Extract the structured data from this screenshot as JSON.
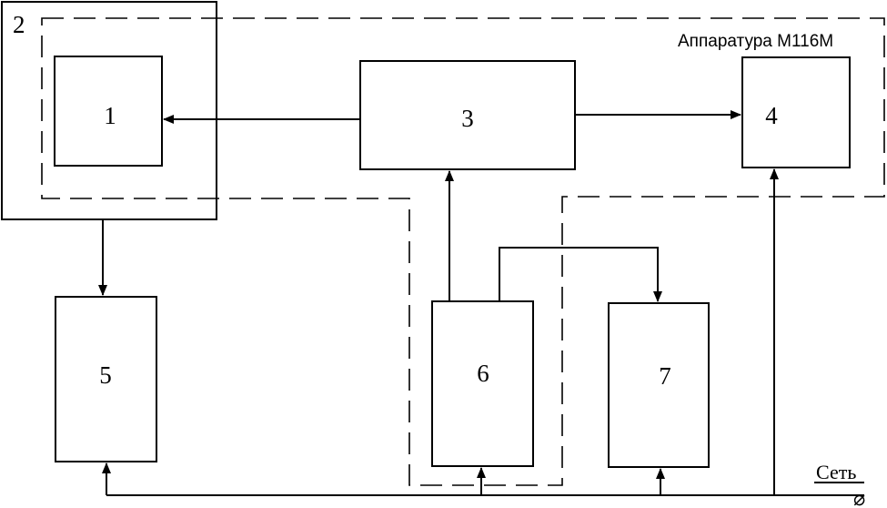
{
  "diagram": {
    "system_label": "Аппаратура М116М",
    "network_label": "Сеть",
    "network_symbol": "⌀",
    "blocks": [
      {
        "id": "1",
        "label": "1"
      },
      {
        "id": "2",
        "label": "2"
      },
      {
        "id": "3",
        "label": "3"
      },
      {
        "id": "4",
        "label": "4"
      },
      {
        "id": "5",
        "label": "5"
      },
      {
        "id": "6",
        "label": "6"
      },
      {
        "id": "7",
        "label": "7"
      }
    ]
  }
}
